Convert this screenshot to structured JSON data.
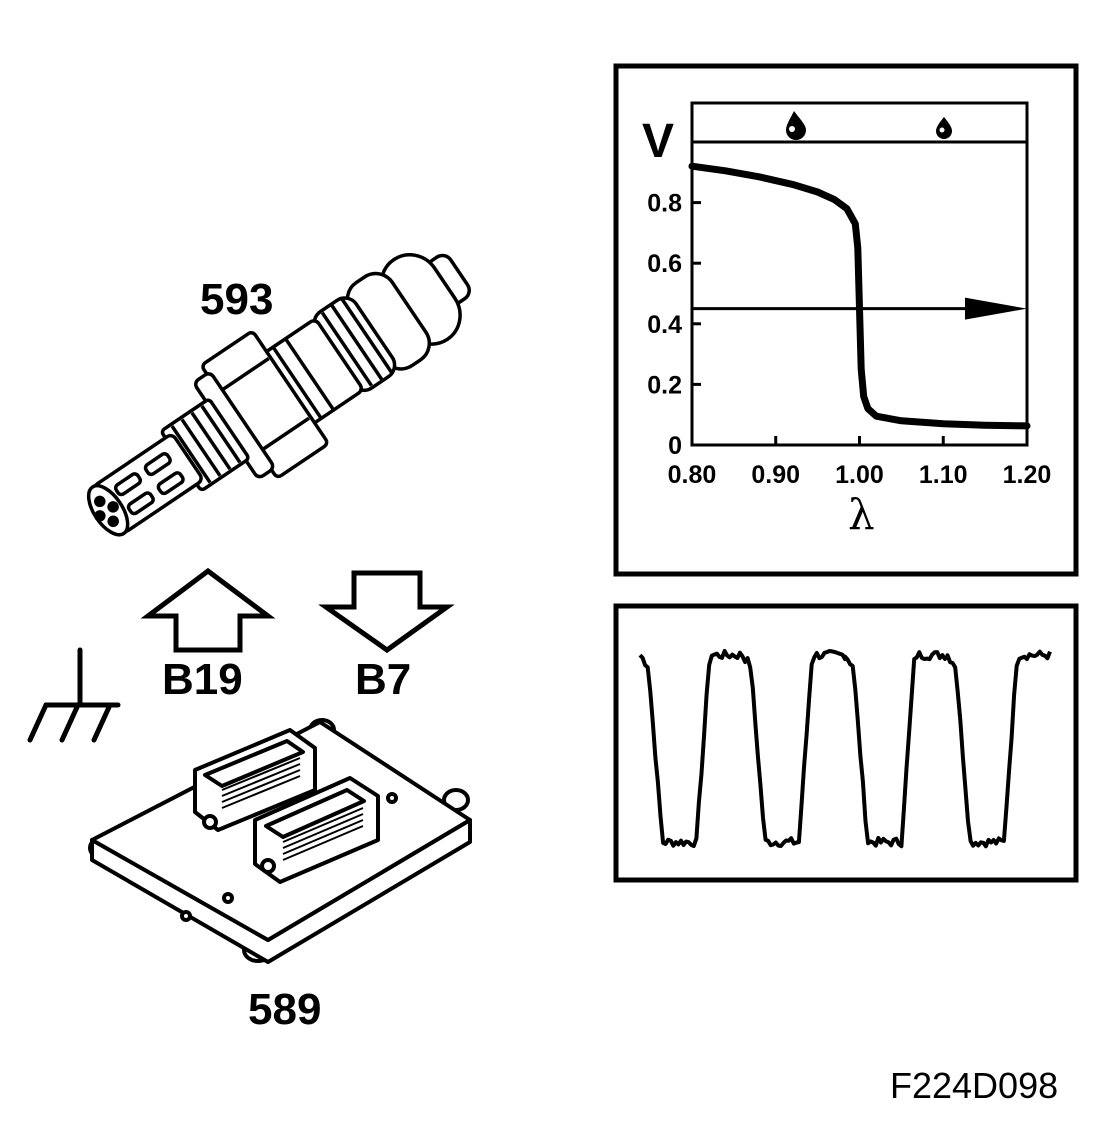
{
  "labels": {
    "sensor_number": "593",
    "ecu_number": "589",
    "input_signal": "B19",
    "output_signal": "B7",
    "figure_id": "F224D098"
  },
  "chart_data": {
    "type": "line",
    "ylabel": "V",
    "xlabel": "λ",
    "xlim": [
      0.8,
      1.2
    ],
    "ylim": [
      0,
      1.0
    ],
    "x_ticks": [
      "0.80",
      "0.90",
      "1.00",
      "1.10",
      "1.20"
    ],
    "y_ticks": [
      "0",
      "0.2",
      "0.4",
      "0.6",
      "0.8"
    ],
    "reference_line_value": 0.45,
    "series": [
      {
        "x": [
          0.8,
          0.84,
          0.88,
          0.92,
          0.95,
          0.97,
          0.985,
          0.995,
          0.998,
          1.0,
          1.002,
          1.005,
          1.01,
          1.02,
          1.05,
          1.1,
          1.15,
          1.2
        ],
        "y": [
          0.92,
          0.905,
          0.885,
          0.86,
          0.835,
          0.81,
          0.78,
          0.73,
          0.65,
          0.45,
          0.25,
          0.16,
          0.12,
          0.095,
          0.08,
          0.07,
          0.065,
          0.063
        ]
      }
    ],
    "grid": false
  },
  "oscilloscope_trace": {
    "cycles": 4,
    "levels": [
      0.93,
      0.06
    ]
  },
  "icons": [
    "oxygen-sensor-icon",
    "ecu-icon",
    "ground-icon",
    "arrow-up-icon",
    "arrow-down-icon",
    "fuel-drop-icon"
  ]
}
